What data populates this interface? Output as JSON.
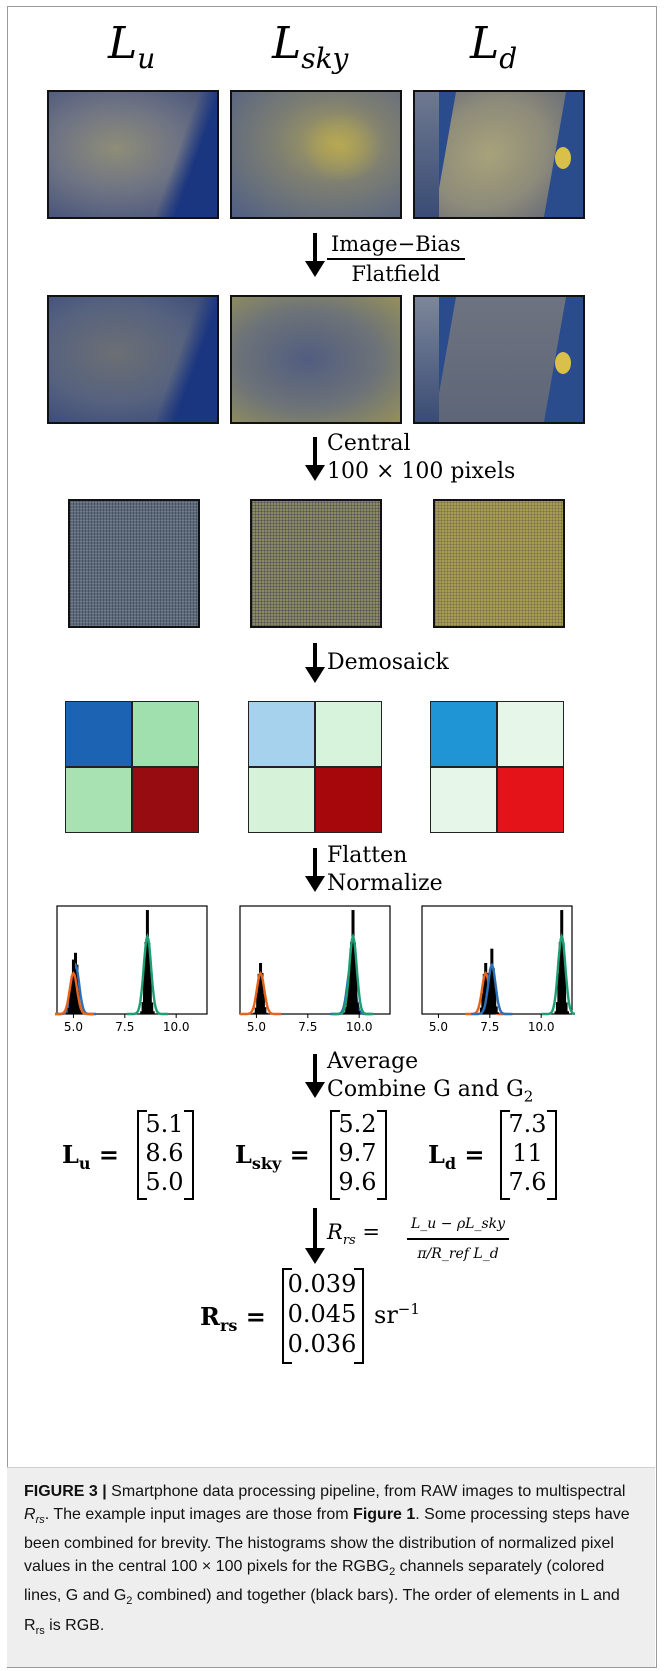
{
  "headers": [
    {
      "base": "L",
      "sub": "u"
    },
    {
      "base": "L",
      "sub": "sky"
    },
    {
      "base": "L",
      "sub": "d"
    }
  ],
  "steps": {
    "bias_numerator": "Image−Bias",
    "bias_denominator": "Flatfield",
    "central_line1": "Central",
    "central_line2": "100 × 100 pixels",
    "demosaick": "Demosaick",
    "flatten": "Flatten",
    "normalize": "Normalize",
    "average": "Average",
    "combine": "Combine G and G",
    "combine_sub": "2"
  },
  "histograms": {
    "tick_labels": [
      "5.0",
      "7.5",
      "10.0"
    ],
    "panels": [
      {
        "id": "Lu",
        "peaks": [
          {
            "channel": "blue",
            "mean": 5.1
          },
          {
            "channel": "red",
            "mean": 5.0
          },
          {
            "channel": "green",
            "mean": 8.6
          }
        ]
      },
      {
        "id": "Lsky",
        "peaks": [
          {
            "channel": "red",
            "mean": 5.2
          },
          {
            "channel": "blue",
            "mean": 9.6
          },
          {
            "channel": "green",
            "mean": 9.7
          }
        ]
      },
      {
        "id": "Ld",
        "peaks": [
          {
            "channel": "red",
            "mean": 7.3
          },
          {
            "channel": "blue",
            "mean": 7.6
          },
          {
            "channel": "green",
            "mean": 11
          }
        ]
      }
    ],
    "colors": {
      "red": "#e8631a",
      "green": "#1f9e74",
      "blue": "#2a6fb8",
      "black": "#000000"
    }
  },
  "vectors": [
    {
      "label": "L",
      "sub": "u",
      "values": [
        "5.1",
        "8.6",
        "5.0"
      ]
    },
    {
      "label": "L",
      "sub": "sky",
      "values": [
        "5.2",
        "9.7",
        "9.6"
      ]
    },
    {
      "label": "L",
      "sub": "d",
      "values": [
        "7.3",
        "11",
        "7.6"
      ]
    }
  ],
  "rrs_formula": {
    "lhs": "R",
    "lhs_sub": "rs",
    "num": "L_u − ρL_sky",
    "den": "π/R_ref L_d"
  },
  "rrs_vector": {
    "label": "R",
    "sub": "rs",
    "values": [
      "0.039",
      "0.045",
      "0.036"
    ],
    "unit": "sr",
    "unit_exp": "−1"
  },
  "caption": {
    "label": "FIGURE 3 |",
    "text1": " Smartphone data processing pipeline, from RAW images to multispectral ",
    "rrs": "R",
    "rrs_sub": "rs",
    "text2": ". The example input images are those from ",
    "fig_ref": "Figure 1",
    "text3": ". Some processing steps have been combined for brevity. The histograms show the distribution of normalized pixel values in the central 100 × 100 pixels for the RGBG",
    "g2_sub": "2",
    "text4": " channels separately (colored lines, G and G",
    "g2_sub2": "2",
    "text5": " combined) and together (black bars). The order of elements in L and R",
    "rs_sub": "rs",
    "text6": " is RGB."
  },
  "colors": {
    "demosaic_Lu": [
      "#1c63b4",
      "#9fe0ae",
      "#a8e2b2",
      "#960c10"
    ],
    "demosaic_Lsky": [
      "#a7d2ee",
      "#d8f3dc",
      "#d6f2d9",
      "#a6070b"
    ],
    "demosaic_Ld": [
      "#1f95d6",
      "#e6f7e9",
      "#e6f7e9",
      "#e4131a"
    ]
  }
}
